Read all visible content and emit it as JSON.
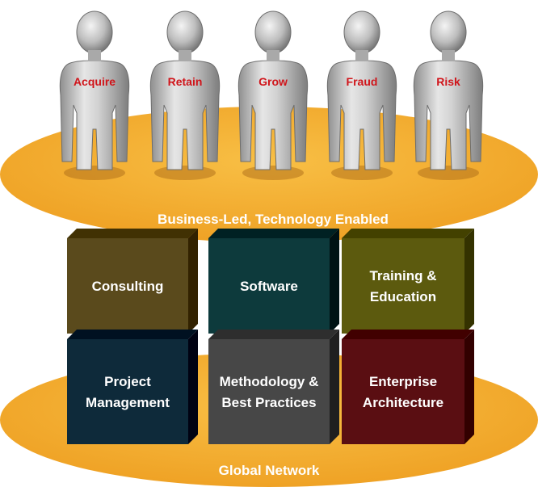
{
  "figures": [
    {
      "id": "acquire",
      "label": "Acquire"
    },
    {
      "id": "retain",
      "label": "Retain"
    },
    {
      "id": "grow",
      "label": "Grow"
    },
    {
      "id": "fraud",
      "label": "Fraud"
    },
    {
      "id": "risk",
      "label": "Risk"
    }
  ],
  "top_platform": {
    "label": "Business-Led, Technology Enabled"
  },
  "bottom_platform": {
    "label": "Global Network"
  },
  "blocks_top": [
    {
      "id": "consulting",
      "lines": [
        "Consulting"
      ],
      "color": "#5a4a1c"
    },
    {
      "id": "software",
      "lines": [
        "Software"
      ],
      "color": "#0d3a3c"
    },
    {
      "id": "training",
      "lines": [
        "Training &",
        "Education"
      ],
      "color": "#5c5a0e"
    }
  ],
  "blocks_bottom": [
    {
      "id": "project-management",
      "lines": [
        "Project",
        "Management"
      ],
      "color": "#0e2a3a"
    },
    {
      "id": "methodology",
      "lines": [
        "Methodology &",
        "Best Practices"
      ],
      "color": "#474747"
    },
    {
      "id": "enterprise-architecture",
      "lines": [
        "Enterprise",
        "Architecture"
      ],
      "color": "#5a0e12"
    }
  ],
  "colors": {
    "platform": "#f2ab2c",
    "platform_edge": "#e39412",
    "figure_label": "#d0141a",
    "block_text": "#ffffff"
  }
}
